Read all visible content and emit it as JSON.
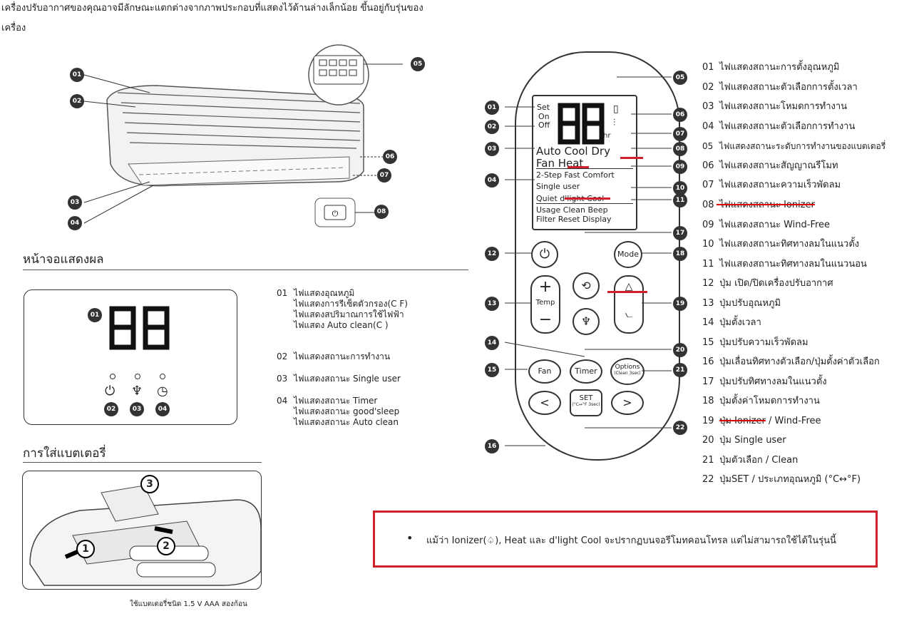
{
  "intro": [
    "เครื่องปรับอากาศของคุณอาจมีลักษณะแตกต่างจากภาพประกอบที่แสดงไว้ด้านล่างเล็กน้อย ขึ้นอยู่กับรุ่นของ",
    "เครื่อง"
  ],
  "unit_badges": [
    "01",
    "02",
    "03",
    "04",
    "05",
    "06",
    "07",
    "08"
  ],
  "display_section": {
    "title": "หน้าจอแสดงผล",
    "digits": "88",
    "badges": [
      "01",
      "02",
      "03",
      "04"
    ],
    "items": [
      {
        "no": "01",
        "lines": [
          "ไฟแสดงอุณหภูมิ",
          "ไฟแสดงการรีเซ็ตตัวกรอง(C F)",
          "ไฟแสดงสปริมาณการใช้ไฟฟ้า",
          "ไฟแสดง Auto clean(C )"
        ]
      },
      {
        "no": "02",
        "lines": [
          "ไฟแสดงสถานะการทำงาน"
        ]
      },
      {
        "no": "03",
        "lines": [
          "ไฟแสดงสถานะ Single user"
        ]
      },
      {
        "no": "04",
        "lines": [
          "ไฟแสดงสถานะ Timer",
          "ไฟแสดงสถานะ good'sleep",
          "ไฟแสดงสถานะ Auto clean"
        ]
      }
    ]
  },
  "battery_section": {
    "title": "การใส่แบตเตอรี่",
    "caption": "ใช้แบตเตอรี่ชนิด 1.5 V AAA สองก้อน",
    "steps": [
      "1",
      "2",
      "3"
    ]
  },
  "remote": {
    "lcd": {
      "set": "Set",
      "on": "On",
      "off": "Off",
      "digits": "88",
      "hr": "hr",
      "modes1": "Auto  Cool  Dry",
      "modes2": "Fan   Heat",
      "opt1": "2-Step   Fast   Comfort",
      "opt2": "Single user",
      "opt3": "Quiet   d'light Cool",
      "opt4": "Usage    Clean    Beep",
      "opt5": "Filter Reset     Display"
    },
    "buttons": {
      "mode": "Mode",
      "temp": "Temp",
      "fan": "Fan",
      "timer": "Timer",
      "options": "Options",
      "options_sub": "(Clean 3sec)",
      "set": "SET",
      "set_sub": "(°C↔°F 3sec)"
    },
    "badges": [
      "01",
      "02",
      "03",
      "04",
      "05",
      "06",
      "07",
      "08",
      "09",
      "10",
      "11",
      "12",
      "13",
      "14",
      "15",
      "16",
      "17",
      "18",
      "19",
      "20",
      "21",
      "22"
    ]
  },
  "legend": [
    {
      "no": "01",
      "text": "ไฟแสดงสถานะการตั้งอุณหภูมิ"
    },
    {
      "no": "02",
      "text": "ไฟแสดงสถานะตัวเลือกการตั้งเวลา"
    },
    {
      "no": "03",
      "text": "ไฟแสดงสถานะโหมดการทำงาน"
    },
    {
      "no": "04",
      "text": "ไฟแสดงสถานะตัวเลือกการทำงาน"
    },
    {
      "no": "05",
      "text": "ไฟแสดงสถานะระดับการทำงานของแบตเตอรี่"
    },
    {
      "no": "06",
      "text": "ไฟแสดงสถานะสัญญาณรีโมท"
    },
    {
      "no": "07",
      "text": "ไฟแสดงสถานะความเร็วพัดลม"
    },
    {
      "no": "08",
      "text": "ไฟแสดงสถานะ Ionizer"
    },
    {
      "no": "09",
      "text": "ไฟแสดงสถานะ Wind-Free"
    },
    {
      "no": "10",
      "text": "ไฟแสดงสถานะทิศทางลมในแนวตั้ง"
    },
    {
      "no": "11",
      "text": "ไฟแสดงสถานะทิศทางลมในแนวนอน"
    },
    {
      "no": "12",
      "text": "ปุ่ม เปิด/ปิดเครื่องปรับอากาศ"
    },
    {
      "no": "13",
      "text": "ปุ่มปรับอุณหภูมิ"
    },
    {
      "no": "14",
      "text": "ปุ่มตั้งเวลา"
    },
    {
      "no": "15",
      "text": "ปุ่มปรับความเร็วพัดลม"
    },
    {
      "no": "16",
      "text": "ปุ่มเลื่อนทิศทางตัวเลือก/ปุ่มตั้งค่าตัวเลือก"
    },
    {
      "no": "17",
      "text": "ปุ่มปรับทิศทางลมในแนวตั้ง"
    },
    {
      "no": "18",
      "text": "ปุ่มตั้งค่าโหมดการทำงาน"
    },
    {
      "no": "19",
      "text_struck": "ปุ่ม Ionizer",
      "text": " / Wind-Free"
    },
    {
      "no": "20",
      "text": "ปุ่ม Single user"
    },
    {
      "no": "21",
      "text": "ปุ่มตัวเลือก / Clean"
    },
    {
      "no": "22",
      "text": "ปุ่มSET / ประเภทอุณหภูมิ (°C↔°F)"
    }
  ],
  "notice": "แม้ว่า Ionizer(♤), Heat และ d'light Cool จะปรากฏบนจอรีโมทคอนโทรล แต่ไม่สามารถใช้ได้ในรุ่นนี้",
  "colors": {
    "accent": "#d0202a",
    "badge": "#333333"
  }
}
